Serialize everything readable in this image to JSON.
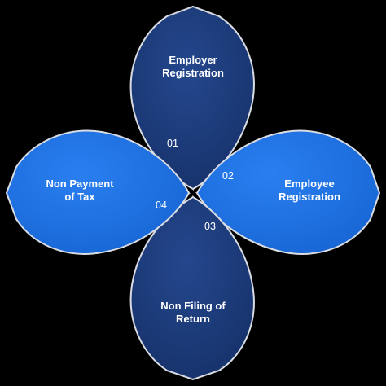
{
  "colors": {
    "background": "#000000",
    "petal_dark": "#1b3a7a",
    "petal_bright": "#1d72e8",
    "outline": "#d9dde3",
    "text": "#ffffff"
  },
  "petals": {
    "top": {
      "number": "01",
      "line1": "Employer",
      "line2": "Registration"
    },
    "right": {
      "number": "02",
      "line1": "Employee",
      "line2": "Registration"
    },
    "bottom": {
      "number": "03",
      "line1": "Non Filing of",
      "line2": "Return"
    },
    "left": {
      "number": "04",
      "line1": "Non Payment",
      "line2": "of Tax"
    }
  }
}
